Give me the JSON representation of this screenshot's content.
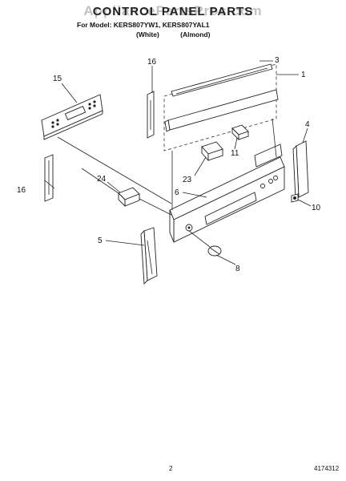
{
  "header": {
    "title": "CONTROL PANEL PARTS",
    "watermark": "AppliancePartsPros.com",
    "models_line": "For Model: KERS807YW1, KERS807YAL1",
    "colors_line": "(White)  (Almond)"
  },
  "callouts": [
    "1",
    "3",
    "4",
    "5",
    "6",
    "8",
    "10",
    "11",
    "15",
    "16",
    "16",
    "23",
    "24"
  ],
  "footer": {
    "page_number": "2",
    "document_number": "4174312"
  }
}
